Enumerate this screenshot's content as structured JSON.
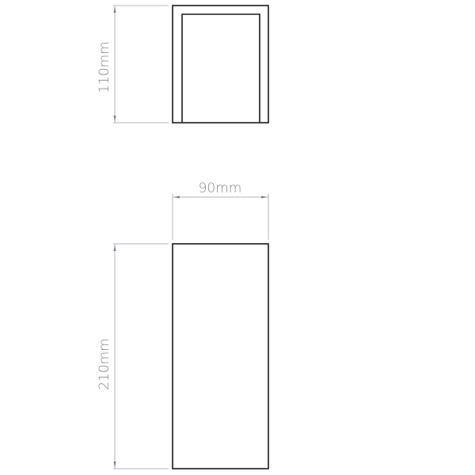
{
  "side_view": {
    "height_label": "110mm"
  },
  "front_view": {
    "width_label": "90mm",
    "height_label": "210mm"
  }
}
